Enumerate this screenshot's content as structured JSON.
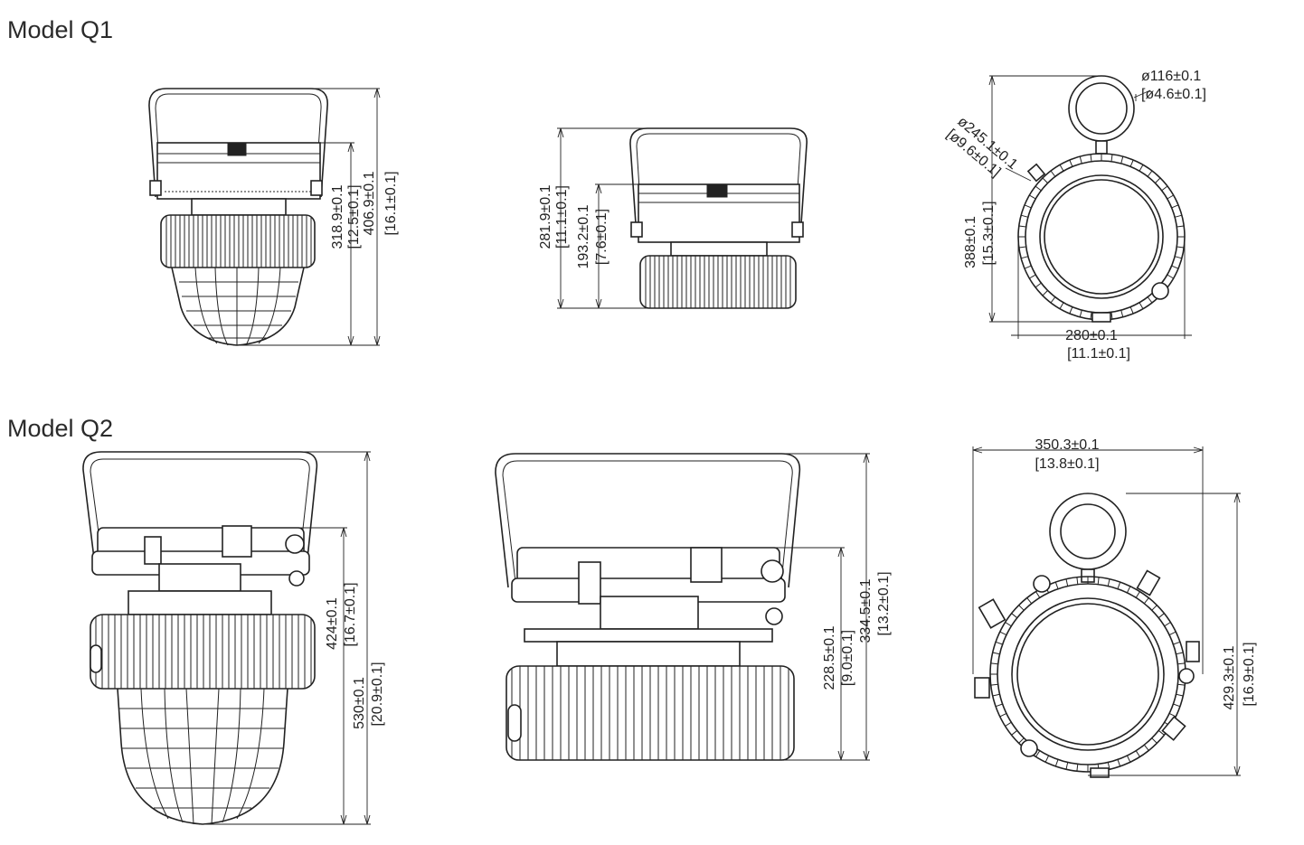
{
  "models": [
    {
      "title": "Model Q1",
      "side_view": {
        "overall_height": "406.9±0.1",
        "overall_height_in": "[16.1±0.1]",
        "body_height": "318.9±0.1",
        "body_height_in": "[12.5±0.1]"
      },
      "no_guard_view": {
        "height": "281.9±0.1",
        "height_in": "[11.1±0.1]",
        "body_height": "193.2±0.1",
        "body_height_in": "[7.6±0.1]"
      },
      "top_view": {
        "small_diameter": "ø116±0.1",
        "small_diameter_in": "[ø4.6±0.1]",
        "large_diameter": "ø245.1±0.1",
        "large_diameter_in": "[ø9.6±0.1]",
        "depth": "388±0.1",
        "depth_in": "[15.3±0.1]",
        "width": "280±0.1",
        "width_in": "[11.1±0.1]"
      }
    },
    {
      "title": "Model Q2",
      "side_view": {
        "overall_height": "530±0.1",
        "overall_height_in": "[20.9±0.1]",
        "body_height": "424±0.1",
        "body_height_in": "[16.7±0.1]"
      },
      "no_guard_view": {
        "height": "334.5±0.1",
        "height_in": "[13.2±0.1]",
        "body_height": "228.5±0.1",
        "body_height_in": "[9.0±0.1]"
      },
      "top_view": {
        "width": "350.3±0.1",
        "width_in": "[13.8±0.1]",
        "depth": "429.3±0.1",
        "depth_in": "[16.9±0.1]"
      }
    }
  ]
}
